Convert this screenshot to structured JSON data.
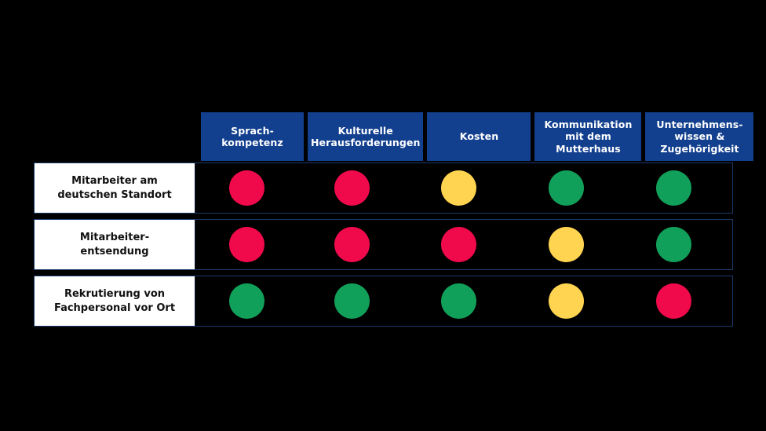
{
  "background_color": "#000000",
  "palette": {
    "header_blue": "#123f8e",
    "row_border_blue": "#1b3a6b",
    "label_background": "#ffffff",
    "label_text": "#111111",
    "header_text": "#ffffff",
    "red": "#f00a4b",
    "yellow": "#ffd451",
    "green": "#11a05a"
  },
  "matrix": {
    "columns": [
      {
        "id": "sprachkompetenz",
        "label": "Sprach-\nkompetenz"
      },
      {
        "id": "kulturelle-herausforderungen",
        "label": "Kulturelle\nHerausforderungen"
      },
      {
        "id": "kosten",
        "label": "Kosten"
      },
      {
        "id": "kommunikation-mutterhaus",
        "label": "Kommunikation\nmit dem\nMutterhaus"
      },
      {
        "id": "unternehmenswissen-zugehoerigkeit",
        "label": "Unternehmens-\nwissen &\nZugehörigkeit"
      }
    ],
    "rows": [
      {
        "id": "mitarbeiter-deutscher-standort",
        "label": "Mitarbeiter am\ndeutschen Standort",
        "ratings": [
          "red",
          "red",
          "yellow",
          "green",
          "green"
        ]
      },
      {
        "id": "mitarbeiterentsendung",
        "label": "Mitarbeiter-\nentsendung",
        "ratings": [
          "red",
          "red",
          "red",
          "yellow",
          "green"
        ]
      },
      {
        "id": "rekrutierung-fachpersonal-vor-ort",
        "label": "Rekrutierung von\nFachpersonal vor Ort",
        "ratings": [
          "green",
          "green",
          "green",
          "yellow",
          "red"
        ]
      }
    ]
  }
}
